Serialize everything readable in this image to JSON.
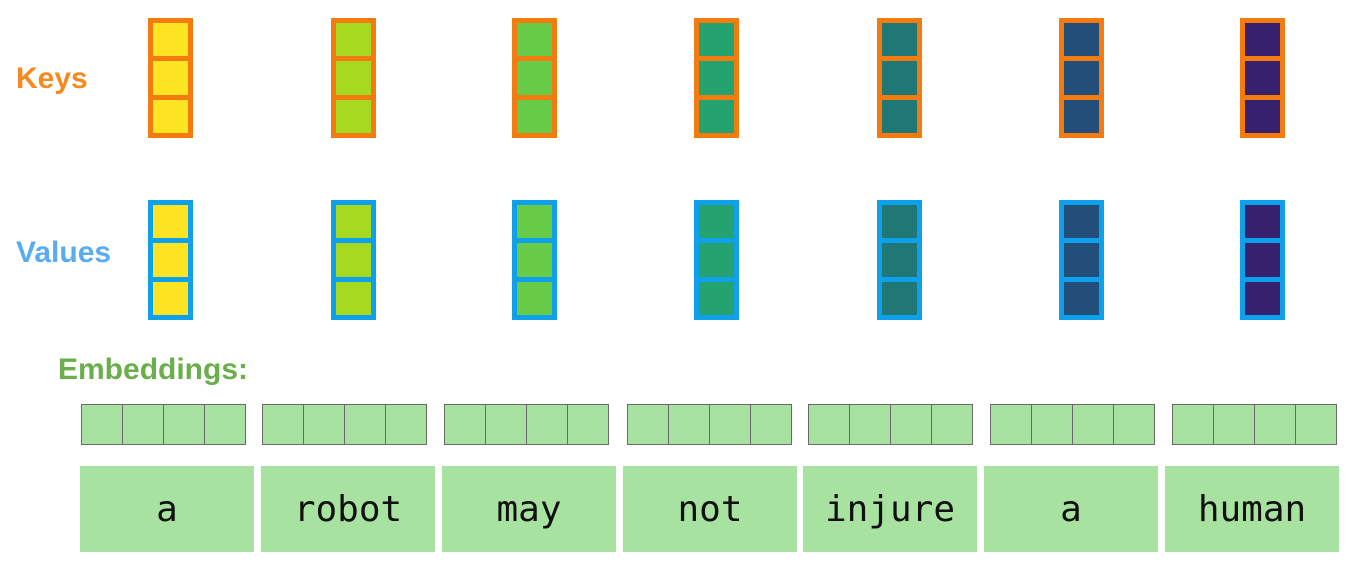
{
  "labels": {
    "keys": "Keys",
    "values": "Values",
    "embeddings": "Embeddings:"
  },
  "colors": {
    "keys_text": "#F58A1F",
    "keys_border": "#F47B0F",
    "values_text": "#59ACF0",
    "values_border": "#0EA0EA",
    "embeddings_text": "#6BAE4C",
    "embedding_fill": "#A8E2A0",
    "token_fill": "#A8E2A0",
    "token_text": "#111111"
  },
  "vector_cells_per_column": 3,
  "embedding_cells_per_token": 4,
  "tokens": [
    {
      "word": "a",
      "color": "#FDE523"
    },
    {
      "word": "robot",
      "color": "#A6DA21"
    },
    {
      "word": "may",
      "color": "#67CB47"
    },
    {
      "word": "not",
      "color": "#24A270"
    },
    {
      "word": "injure",
      "color": "#1F7776"
    },
    {
      "word": "a",
      "color": "#244E7A"
    },
    {
      "word": "human",
      "color": "#36216E"
    }
  ]
}
